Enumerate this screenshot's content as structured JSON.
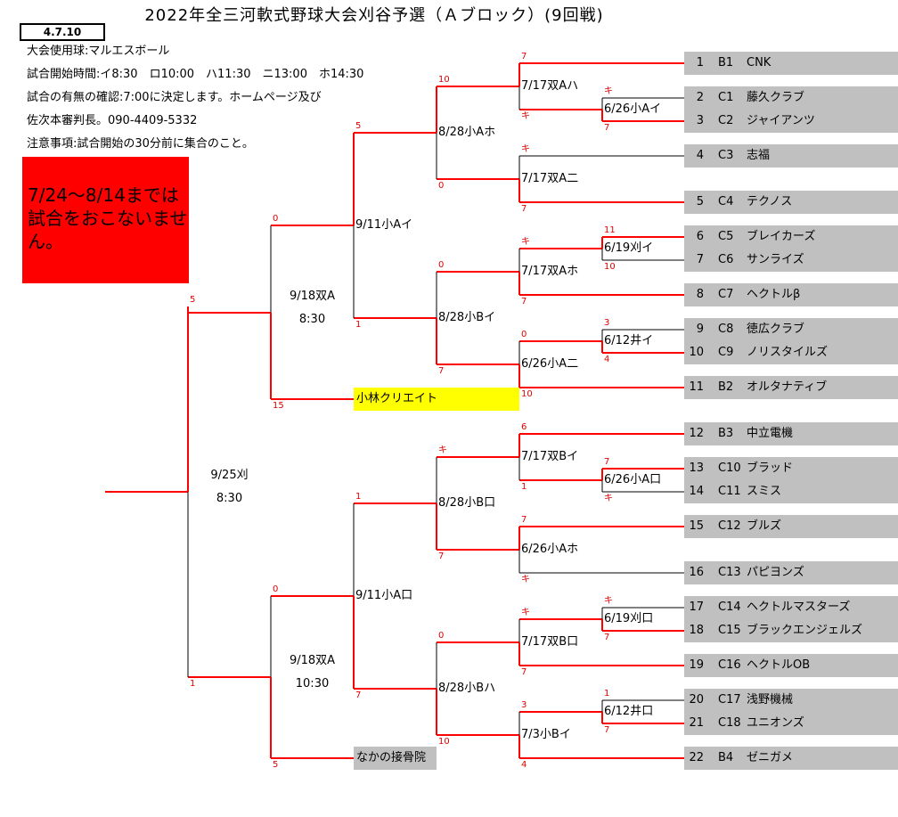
{
  "title": "2022年全三河軟式野球大会刈谷予選（Ａブロック）(9回戦)",
  "date": "4.7.10",
  "info": [
    "大会使用球:マルエスボール",
    "試合開始時間:イ8:30　ロ10:00　ハ11:30　ニ13:00　ホ14:30",
    "試合の有無の確認:7:00に決定します。ホームページ及び",
    "佐次本審判長。090-4409-5332",
    "注意事項:試合開始の30分前に集合のこと。"
  ],
  "notice": "7/24～8/14までは試合をおこないません。",
  "colors": {
    "win_line": "#ff0000",
    "lose_line": "#000000",
    "team_bg": "#c0c0c0",
    "notice_bg": "#ff0000",
    "seed_highlight": "#ffff00"
  },
  "teams": [
    {
      "num": "1",
      "code": "B1",
      "name": "CNK"
    },
    {
      "num": "2",
      "code": "C1",
      "name": "藤久クラブ"
    },
    {
      "num": "3",
      "code": "C2",
      "name": "ジャイアンツ"
    },
    {
      "num": "4",
      "code": "C3",
      "name": "志福"
    },
    {
      "num": "5",
      "code": "C4",
      "name": "テクノス"
    },
    {
      "num": "6",
      "code": "C5",
      "name": "ブレイカーズ"
    },
    {
      "num": "7",
      "code": "C6",
      "name": "サンライズ"
    },
    {
      "num": "8",
      "code": "C7",
      "name": "ヘクトルβ"
    },
    {
      "num": "9",
      "code": "C8",
      "name": "徳広クラブ"
    },
    {
      "num": "10",
      "code": "C9",
      "name": "ノリスタイルズ"
    },
    {
      "num": "11",
      "code": "B2",
      "name": "オルタナティブ"
    },
    {
      "num": "12",
      "code": "B3",
      "name": "中立電機"
    },
    {
      "num": "13",
      "code": "C10",
      "name": "ブラッド"
    },
    {
      "num": "14",
      "code": "C11",
      "name": "スミス"
    },
    {
      "num": "15",
      "code": "C12",
      "name": "ブルズ"
    },
    {
      "num": "16",
      "code": "C13",
      "name": "パピヨンズ"
    },
    {
      "num": "17",
      "code": "C14",
      "name": "ヘクトルマスターズ"
    },
    {
      "num": "18",
      "code": "C15",
      "name": "ブラックエンジェルズ"
    },
    {
      "num": "19",
      "code": "C16",
      "name": "ヘクトルOB"
    },
    {
      "num": "20",
      "code": "C17",
      "name": "浅野機械"
    },
    {
      "num": "21",
      "code": "C18",
      "name": "ユニオンズ"
    },
    {
      "num": "22",
      "code": "B4",
      "name": "ゼニガメ"
    }
  ],
  "seeds": [
    "小林クリエイト",
    "なかの接骨院"
  ],
  "matches": [
    {
      "label": "6/26小Aイ",
      "score_top": "キ",
      "score_bottom": "7"
    },
    {
      "label": "6/19刈イ",
      "score_top": "11",
      "score_bottom": "10"
    },
    {
      "label": "6/12井イ",
      "score_top": "3",
      "score_bottom": "4"
    },
    {
      "label": "6/26小A口",
      "score_top": "7",
      "score_bottom": "キ"
    },
    {
      "label": "6/19刈口",
      "score_top": "キ",
      "score_bottom": "7"
    },
    {
      "label": "6/12井口",
      "score_top": "1",
      "score_bottom": "7"
    },
    {
      "label": "7/17双Aハ",
      "score_top": "7",
      "score_bottom": "キ"
    },
    {
      "label": "7/17双A二",
      "score_top": "キ",
      "score_bottom": "7"
    },
    {
      "label": "7/17双Aホ",
      "score_top": "キ",
      "score_bottom": "7"
    },
    {
      "label": "6/26小A二",
      "score_top": "0",
      "score_bottom": "10"
    },
    {
      "label": "7/17双Bイ",
      "score_top": "6",
      "score_bottom": "1"
    },
    {
      "label": "6/26小Aホ",
      "score_top": "7",
      "score_bottom": "キ"
    },
    {
      "label": "7/17双B口",
      "score_top": "キ",
      "score_bottom": "7"
    },
    {
      "label": "7/3小Bイ",
      "score_top": "3",
      "score_bottom": "4"
    },
    {
      "label": "8/28小Aホ",
      "score_top": "10",
      "score_bottom": "0"
    },
    {
      "label": "8/28小Bイ",
      "score_top": "0",
      "score_bottom": "7"
    },
    {
      "label": "8/28小B口",
      "score_top": "キ",
      "score_bottom": "7"
    },
    {
      "label": "8/28小Bハ",
      "score_top": "0",
      "score_bottom": "10"
    },
    {
      "label": "9/11小Aイ",
      "score_top": "5",
      "score_bottom": "1"
    },
    {
      "label": "9/11小A口",
      "score_top": "1",
      "score_bottom": "7"
    },
    {
      "label": "9/18双A",
      "time": "8:30",
      "score_top": "0",
      "score_bottom": "15"
    },
    {
      "label": "9/18双A",
      "time": "10:30",
      "score_top": "0",
      "score_bottom": "5"
    },
    {
      "label": "9/25刈",
      "time": "8:30",
      "score_top": "5",
      "score_bottom": "1"
    }
  ]
}
